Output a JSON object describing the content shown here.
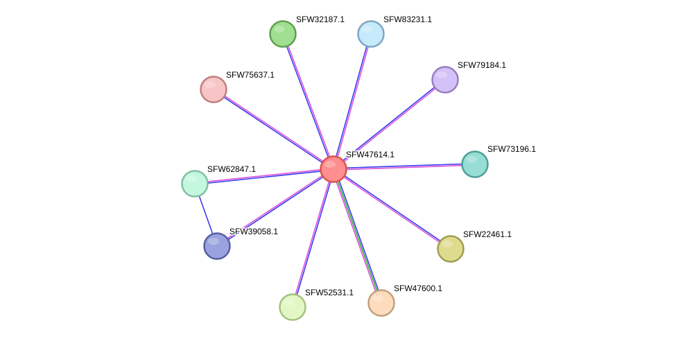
{
  "nodes": [
    {
      "id": "center",
      "label": "SFW47614.1",
      "fill": "#ff8e8e",
      "stroke": "#d9534f"
    },
    {
      "id": "n1",
      "label": "SFW32187.1",
      "fill": "#9fdf8f",
      "stroke": "#5f9f4f"
    },
    {
      "id": "n2",
      "label": "SFW83231.1",
      "fill": "#c6e9fb",
      "stroke": "#7fa6c2"
    },
    {
      "id": "n3",
      "label": "SFW79184.1",
      "fill": "#d3c2f7",
      "stroke": "#977dc0"
    },
    {
      "id": "n4",
      "label": "SFW75637.1",
      "fill": "#f7c5c5",
      "stroke": "#bf7f7f"
    },
    {
      "id": "n5",
      "label": "SFW73196.1",
      "fill": "#96ddd4",
      "stroke": "#4f9f96"
    },
    {
      "id": "n6",
      "label": "SFW62847.1",
      "fill": "#c5f7df",
      "stroke": "#7fc0a3"
    },
    {
      "id": "n7",
      "label": "SFW39058.1",
      "fill": "#9aa3e0",
      "stroke": "#55609f"
    },
    {
      "id": "n8",
      "label": "SFW22461.1",
      "fill": "#dedb8f",
      "stroke": "#9f9c50"
    },
    {
      "id": "n9",
      "label": "SFW52531.1",
      "fill": "#e2f7c3",
      "stroke": "#a3c27f"
    },
    {
      "id": "n10",
      "label": "SFW47600.1",
      "fill": "#fcdcbd",
      "stroke": "#c29f7f"
    }
  ],
  "edges": [
    {
      "source": "center",
      "target": "n1",
      "colors": [
        "#3a3af0",
        "#d94fd9"
      ]
    },
    {
      "source": "center",
      "target": "n2",
      "colors": [
        "#3a3af0",
        "#d94fd9"
      ]
    },
    {
      "source": "center",
      "target": "n3",
      "colors": [
        "#3a3af0",
        "#d94fd9"
      ]
    },
    {
      "source": "center",
      "target": "n4",
      "colors": [
        "#3a3af0",
        "#d94fd9"
      ]
    },
    {
      "source": "center",
      "target": "n5",
      "colors": [
        "#3a3af0",
        "#d94fd9"
      ]
    },
    {
      "source": "center",
      "target": "n6",
      "colors": [
        "#3a3af0",
        "#d94fd9"
      ]
    },
    {
      "source": "center",
      "target": "n7",
      "colors": [
        "#3a3af0",
        "#d94fd9"
      ]
    },
    {
      "source": "center",
      "target": "n8",
      "colors": [
        "#3a3af0",
        "#d94fd9"
      ]
    },
    {
      "source": "center",
      "target": "n9",
      "colors": [
        "#3a3af0",
        "#d94fd9"
      ]
    },
    {
      "source": "center",
      "target": "n10",
      "colors": [
        "#3a3af0",
        "#2faa2f",
        "#d94fd9"
      ]
    },
    {
      "source": "n6",
      "target": "n7",
      "colors": [
        "#3a3af0"
      ]
    }
  ]
}
